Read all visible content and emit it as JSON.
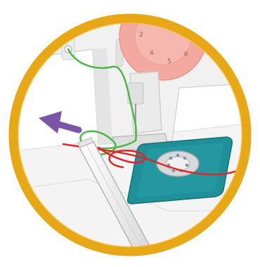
{
  "illustration": {
    "subject": "sewing-machine-threading-close-up",
    "colors": {
      "frame_ring": "#E8A714",
      "background": "#FFFFFF",
      "machine_body": "#F2F2F2",
      "machine_outline": "#D8D8D8",
      "stitch_dial": "#F4A9A0",
      "needle_plate": "#1F8F98",
      "bobbin": "#C9CDD0",
      "upper_thread": "#4DB848",
      "bobbin_thread": "#E0262B",
      "arrow": "#7A55A8",
      "pencil_body": "#F4F4F4",
      "pencil_tip": "#F1D7B5"
    },
    "dial_numbers": [
      "2",
      "4",
      "5",
      "6"
    ]
  }
}
